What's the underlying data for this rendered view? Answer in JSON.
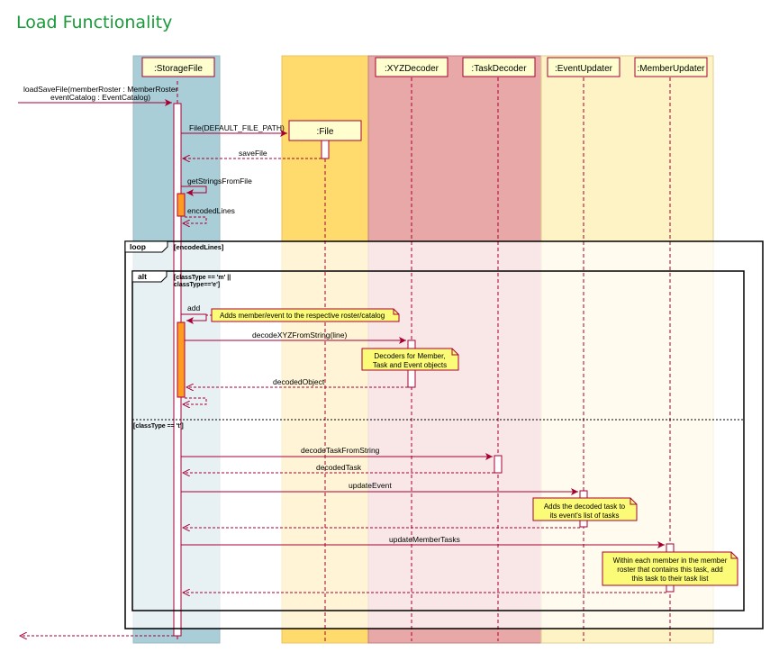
{
  "title": "Load Functionality",
  "colors": {
    "title": "#1a9a3a",
    "arrow": "#a80036",
    "note_fill": "#fbfb77",
    "activation_fill": "#ff9b21",
    "participant_fill": "#fefece",
    "participant_border": "#a80036",
    "box_storage": "#a9ced8",
    "box_file": "#ffdb6e",
    "box_decoders": "#e8a8a8",
    "box_updaters": "#fdf3c5"
  },
  "participants": {
    "storage_file": ":StorageFile",
    "file": ":File",
    "xyz_decoder": ":XYZDecoder",
    "task_decoder": ":TaskDecoder",
    "event_updater": ":EventUpdater",
    "member_updater": ":MemberUpdater"
  },
  "messages": {
    "load_line1": "loadSaveFile(memberRoster : MemberRoster",
    "load_line2": "eventCatalog : EventCatalog)",
    "file_create": "File(DEFAULT_FILE_PATH)",
    "save_file": "saveFile",
    "get_strings": "getStringsFromFile",
    "encoded_lines": "encodedLines",
    "add": "add",
    "decode_xyz": "decodeXYZFromString(line)",
    "decoded_object": "decodedObject",
    "decode_task": "decodeTaskFromString",
    "decoded_task": "decodedTask",
    "update_event": "updateEvent",
    "update_member_tasks": "updateMemberTasks"
  },
  "fragments": {
    "loop_label": "loop",
    "loop_guard": "[encodedLines]",
    "alt_label": "alt",
    "alt_guard_line1": "[classType == 'm' ||",
    "alt_guard_line2": "classType=='e']",
    "else_guard": "[classType == 't']"
  },
  "notes": {
    "add_note": "Adds member/event to the respective roster/catalog",
    "decoder_note_line1": "Decoders for Member,",
    "decoder_note_line2": "Task and Event objects",
    "event_note_line1": "Adds the decoded task to",
    "event_note_line2": "its event's list of tasks",
    "member_note_line1": "Within each member in the member",
    "member_note_line2": "roster that contains this task, add",
    "member_note_line3": "this task to their task list"
  }
}
